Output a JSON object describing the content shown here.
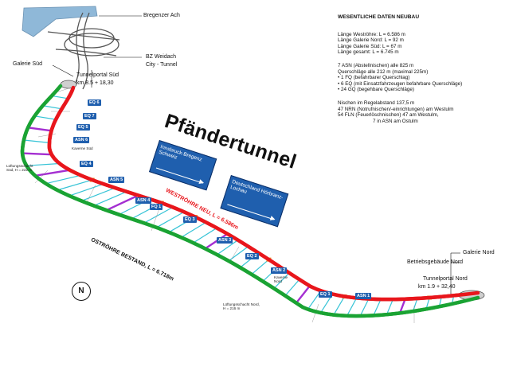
{
  "callouts": {
    "bregenzer_ach": "Bregenzer Ach",
    "bz_weidach": "BZ Weidach",
    "city_tunnel": "City - Tunnel",
    "galerie_sued": "Galerie Süd",
    "tunnelportal_sued": "Tunnelportal Süd",
    "km_sued": "km 8.5 + 18,30",
    "galerie_nord": "Galerie Nord",
    "betriebsgebaeude_nord": "Betriebsgebäude Nord",
    "tunnelportal_nord": "Tunnelportal Nord",
    "km_nord": "km 1.9 + 32,40"
  },
  "info": {
    "heading": "WESENTLICHE DATEN NEUBAU",
    "lengths": [
      "Länge Weströhre:    L = 6.586 m",
      "Länge Galerie Nord:   L = 92 m",
      "Länge Galerie Süd:   L = 67 m",
      "Länge gesamt:   L = 6.745 m"
    ],
    "cross": [
      "7 ASN (Abstellnischen) alle 825 m",
      "Querschläge alle 212 m (maximal 225m)",
      "• 1 FQ (befahrbarer Querschlag)",
      "• 6 EQ (mit Einsatzfahrzeugen befahrbare Querschläge)",
      "• 24 GQ (begehbare Querschläge)"
    ],
    "niches": [
      "Nischen im Regelabstand 137,5 m",
      "47 NRN (Notrufnischen/-einrichtungen) am Westulm",
      "54 FLN (Feuerlöschnischen) 47 am Westulm,",
      "7 in ASN am Ostulm"
    ]
  },
  "title": "Pfändertunnel",
  "signs": {
    "south": "Innsbruck-Bregenz Schweiz",
    "north": "Deutschland Hörbranz-Lochau"
  },
  "tubes": {
    "west_label": "WESTRÖHRE  NEU,  L = 6.586m",
    "east_label": "OSTRÖHRE  BESTAND,  L = 6.718m",
    "west_color": "#e8161c",
    "east_color": "#1aa333",
    "cross_color": "#35c3d6",
    "eq_color": "#a42ed1",
    "station_color": "#f08a1e"
  },
  "eq_labels": [
    "EQ 6",
    "EQ 7",
    "EQ 5",
    "EQ 4",
    "EQ 3",
    "EQ 2",
    "EQ 1"
  ],
  "asn_labels": [
    "ASN 6",
    "ASN 5",
    "ASN 4",
    "ASN 3",
    "ASN 2",
    "ASN 1"
  ],
  "extra_labels": {
    "fq": "FQ 1",
    "kaverne_sued": "Kaverne Süd",
    "kaverne_nord": "Kaverne Nord",
    "lueftung_sued": "Lüftungsschacht Süd, H = 222 m",
    "lueftung_nord": "Lüftungsschacht Nord, H = 216 m"
  },
  "compass": "N"
}
